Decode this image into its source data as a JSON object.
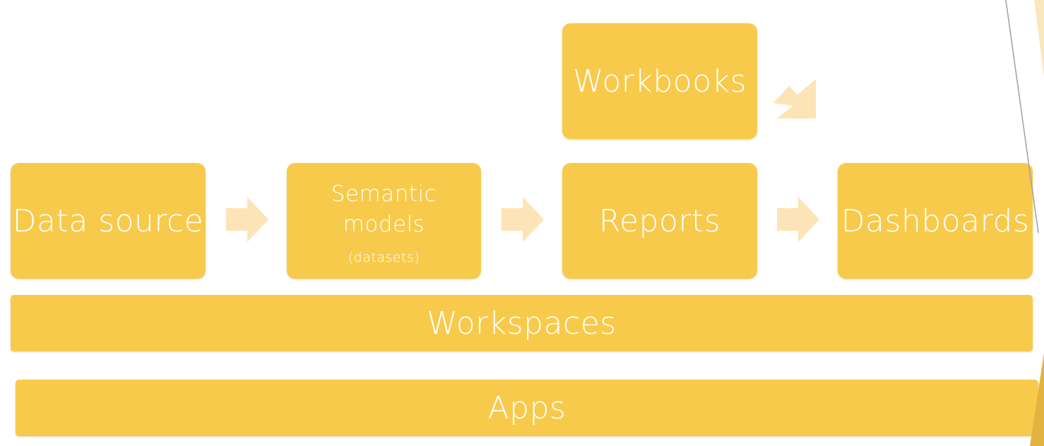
{
  "diagram": {
    "nodes": {
      "data_source": "Data source",
      "semantic_models": "Semantic models",
      "semantic_models_sub": "(datasets)",
      "reports": "Reports",
      "workbooks": "Workbooks",
      "dashboards": "Dashboards",
      "workspaces": "Workspaces",
      "apps": "Apps"
    },
    "edges": [
      {
        "from": "data_source",
        "to": "semantic_models"
      },
      {
        "from": "semantic_models",
        "to": "reports"
      },
      {
        "from": "reports",
        "to": "dashboards"
      },
      {
        "from": "workbooks",
        "to": "dashboards"
      }
    ]
  },
  "colors": {
    "box_fill": "#f8ca4b",
    "arrow_fill": "#fce4b6",
    "text": "#ffffff",
    "edge_line": "#a0a0a0",
    "edge_accent": "#e4b240"
  }
}
